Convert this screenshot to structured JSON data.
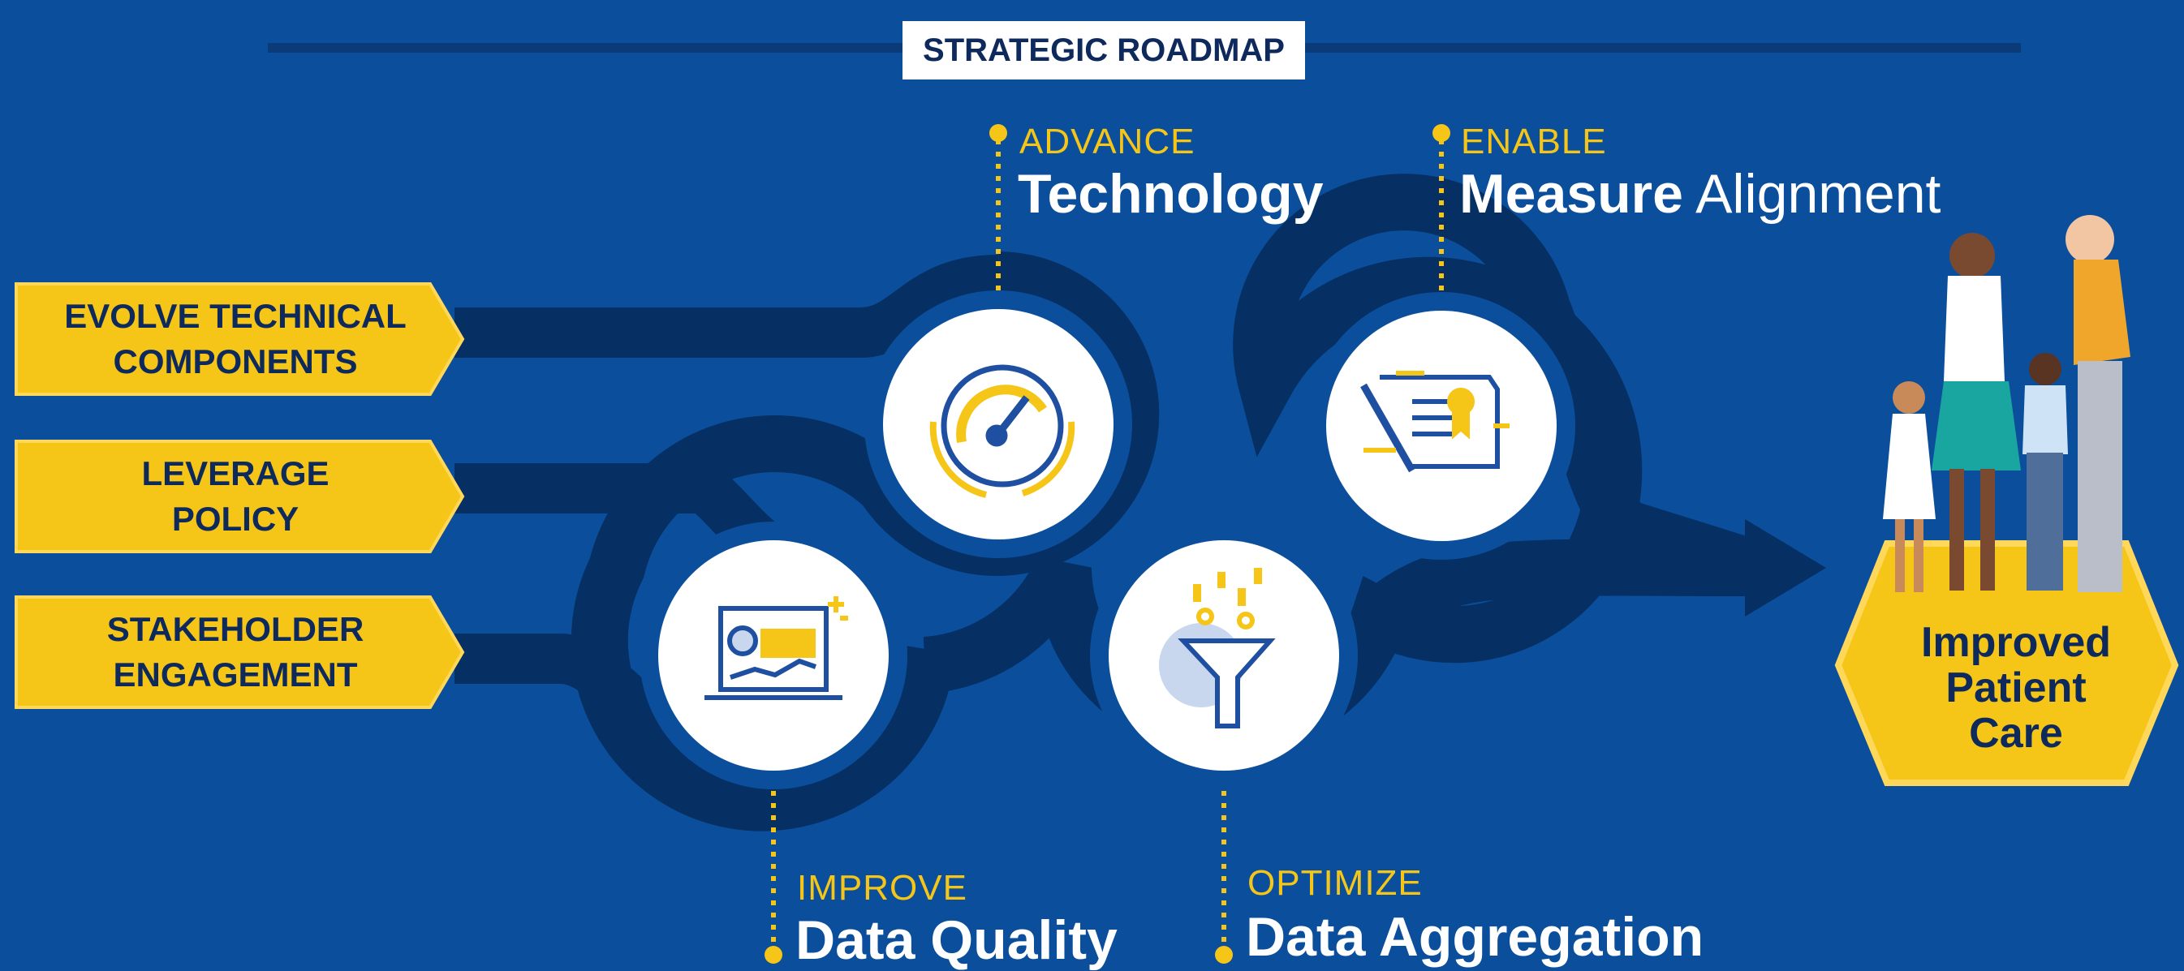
{
  "header": {
    "title": "STRATEGIC ROADMAP"
  },
  "inputs": [
    {
      "line1": "EVOLVE TECHNICAL",
      "line2": "COMPONENTS"
    },
    {
      "line1": "LEVERAGE",
      "line2": "POLICY"
    },
    {
      "line1": "STAKEHOLDER",
      "line2": "ENGAGEMENT"
    }
  ],
  "milestones": {
    "advance": {
      "verb": "ADVANCE",
      "bold": "Technology",
      "rest": "",
      "icon": "speedometer-icon"
    },
    "enable": {
      "verb": "ENABLE",
      "bold": "Measure",
      "rest": " Alignment",
      "icon": "certificate-document-icon"
    },
    "improve": {
      "verb": "IMPROVE",
      "bold": "Data Quality",
      "rest": "",
      "icon": "laptop-dashboard-icon"
    },
    "optimize": {
      "verb": "OPTIMIZE",
      "bold": "Data Aggregation",
      "rest": "",
      "icon": "data-funnel-icon"
    }
  },
  "goal": {
    "line1": "Improved",
    "line2": "Patient",
    "line3": "Care",
    "icon": "family-illustration"
  },
  "colors": {
    "background": "#0b4f9c",
    "road": "#062f63",
    "accent": "#f5c518",
    "text_dark": "#0e2a5c"
  }
}
